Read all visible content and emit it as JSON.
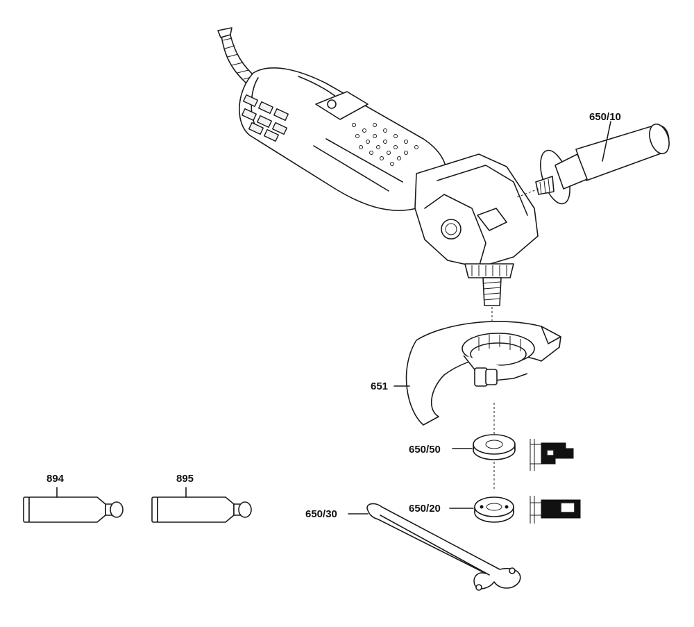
{
  "labels": {
    "side_handle": "650/10",
    "guard": "651",
    "mounting_flange": "650/50",
    "clamping_nut": "650/20",
    "spanner": "650/30",
    "grease_tube_1": "894",
    "grease_tube_2": "895"
  },
  "colors": {
    "line": "#1a1a1a",
    "fill": "#ffffff",
    "solid": "#111111"
  }
}
